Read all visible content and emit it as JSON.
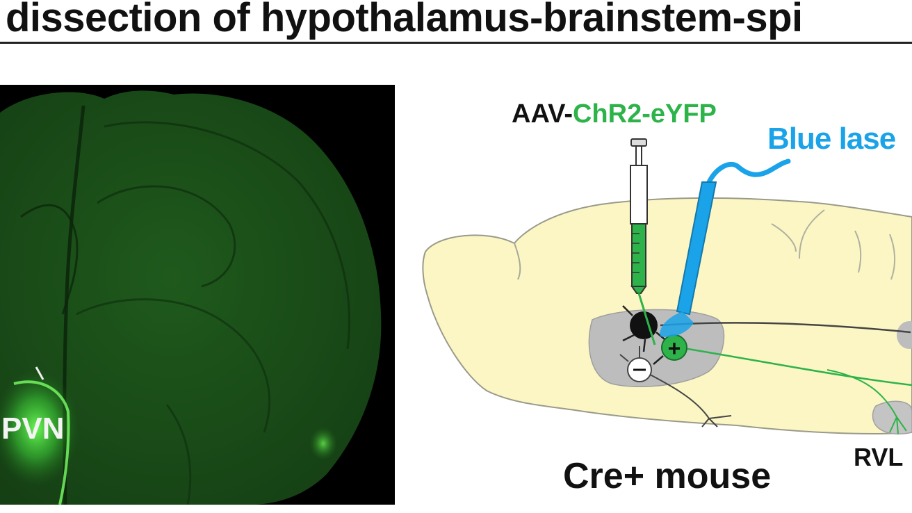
{
  "heading": {
    "text": "dissection of hypothalamus-brainstem-spi"
  },
  "micrograph": {
    "pvn_label": "PVN"
  },
  "schematic": {
    "virus_prefix": "AAV-",
    "virus_construct": "ChR2-eYFP",
    "laser_label": "Blue lase",
    "mouse_label": "Cre+ mouse",
    "region_label": "RVL"
  },
  "colors": {
    "fluorescence_green": "#1e7a1e",
    "channelrhodopsin_green": "#2db34a",
    "laser_blue": "#1aa3e8",
    "brain_fill": "#fbf6c4",
    "nucleus_gray": "#bdbdbd",
    "heading_text": "#111111"
  }
}
